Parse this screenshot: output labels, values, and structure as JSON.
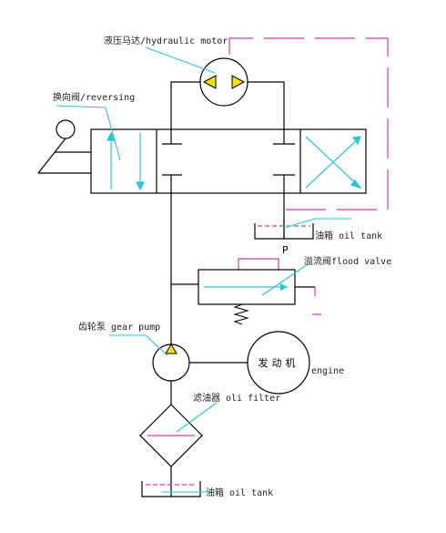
{
  "labels": {
    "hydraulic_motor": "液压马达/hydraulic motor",
    "reversing": "换向阀/reversing",
    "oil_tank_top": "油箱 oil tank",
    "flood_valve": "溢流阀flood valve",
    "pressure_port": "P",
    "gear_pump": "齿轮泵 gear pump",
    "engine_cn": "发动机",
    "engine_en": "engine",
    "oil_filter": "滤油器 oli filter",
    "oil_tank_bottom": "油箱 oil tank"
  },
  "colors": {
    "line": "#000000",
    "leader": "#27c6d6",
    "pilot": "#d63aa8",
    "motor_arrow": "#f5e400"
  }
}
